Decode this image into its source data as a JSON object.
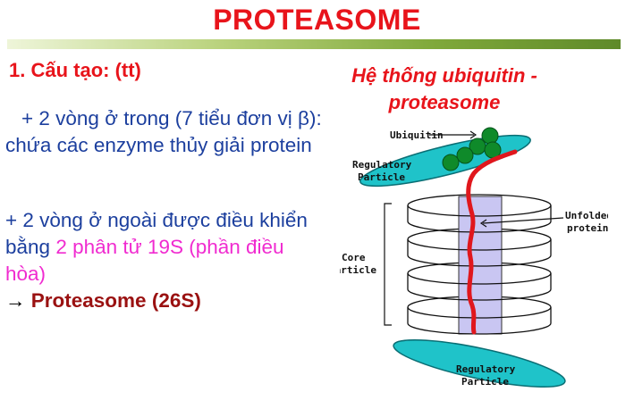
{
  "slide": {
    "title": "PROTEASOME",
    "heading": "1. Cấu tạo: (tt)",
    "para1": "+ 2 vòng ở trong (7 tiểu đơn vị β): chứa các enzyme thủy giải protein",
    "para2_main": "+ 2 vòng ở ngoài được điều khiển bằng ",
    "para2_highlight": "2 phân tử 19S (phần điều hòa)",
    "result_arrow": "→ ",
    "result_text": "Proteasome (26S)"
  },
  "figure": {
    "title": "Hệ thống ubiquitin - proteasome",
    "labels": {
      "ubiquitin": "Ubiquitin",
      "regulatory_top": "Regulatory Particle",
      "core": "Core Particle",
      "unfolded": "Unfolded protein",
      "regulatory_bottom": "Regulatory Particle"
    },
    "colors": {
      "particle": "#1fc3c9",
      "ubiquitin": "#0f8a2a",
      "chain": "#e0171d",
      "channel": "#c9c6f2"
    }
  }
}
